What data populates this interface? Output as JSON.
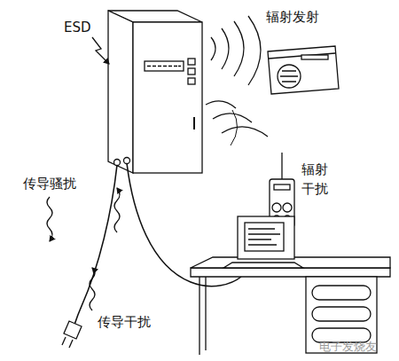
{
  "diagram": {
    "labels": [
      "ESD",
      "辐射发射",
      "辐射 干扰",
      "传导骚扰",
      "传导干扰",
      "电子发烧友"
    ]
  }
}
